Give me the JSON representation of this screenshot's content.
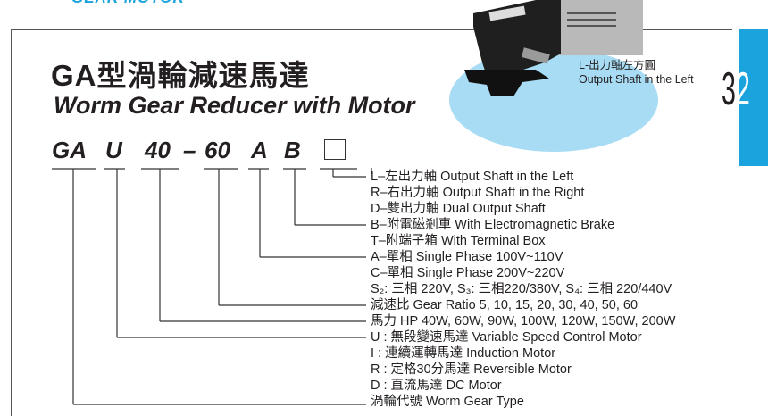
{
  "header": "GEAR MOTOR",
  "title": "GA型渦輪減速馬達",
  "subtitle": "Worm Gear Reducer with Motor",
  "code": {
    "ga": "GA",
    "u": "U",
    "n40": "40",
    "dash": "–",
    "n60": "60",
    "a": "A",
    "b": "B"
  },
  "caption": {
    "zh": "L-出力軸左方圓",
    "en": "Output Shaft in the Left"
  },
  "page_number": {
    "d1": "3",
    "d2": "2"
  },
  "accent": "#1aa3dc",
  "legend": [
    "L–左出力軸 Output Shaft in the Left",
    "R–右出力軸 Output Shaft in the Right",
    "D–雙出力軸 Dual Output Shaft",
    "B–附電磁剎車 With Electromagnetic Brake",
    "T–附端子箱 With Terminal Box",
    "A–單相 Single Phase 100V~110V",
    "C–單相 Single Phase 200V~220V",
    "S₂: 三相 220V, S₃: 三相220/380V, S₄: 三相 220/440V",
    "減速比 Gear Ratio 5, 10, 15, 20, 30, 40, 50, 60",
    "馬力 HP 40W, 60W, 90W, 100W, 120W, 150W, 200W",
    "U : 無段變速馬達 Variable Speed Control Motor",
    " I : 連續運轉馬達 Induction Motor",
    "R : 定格30分馬達 Reversible Motor",
    "D : 直流馬達 DC Motor",
    "渦輪代號 Worm Gear Type"
  ]
}
